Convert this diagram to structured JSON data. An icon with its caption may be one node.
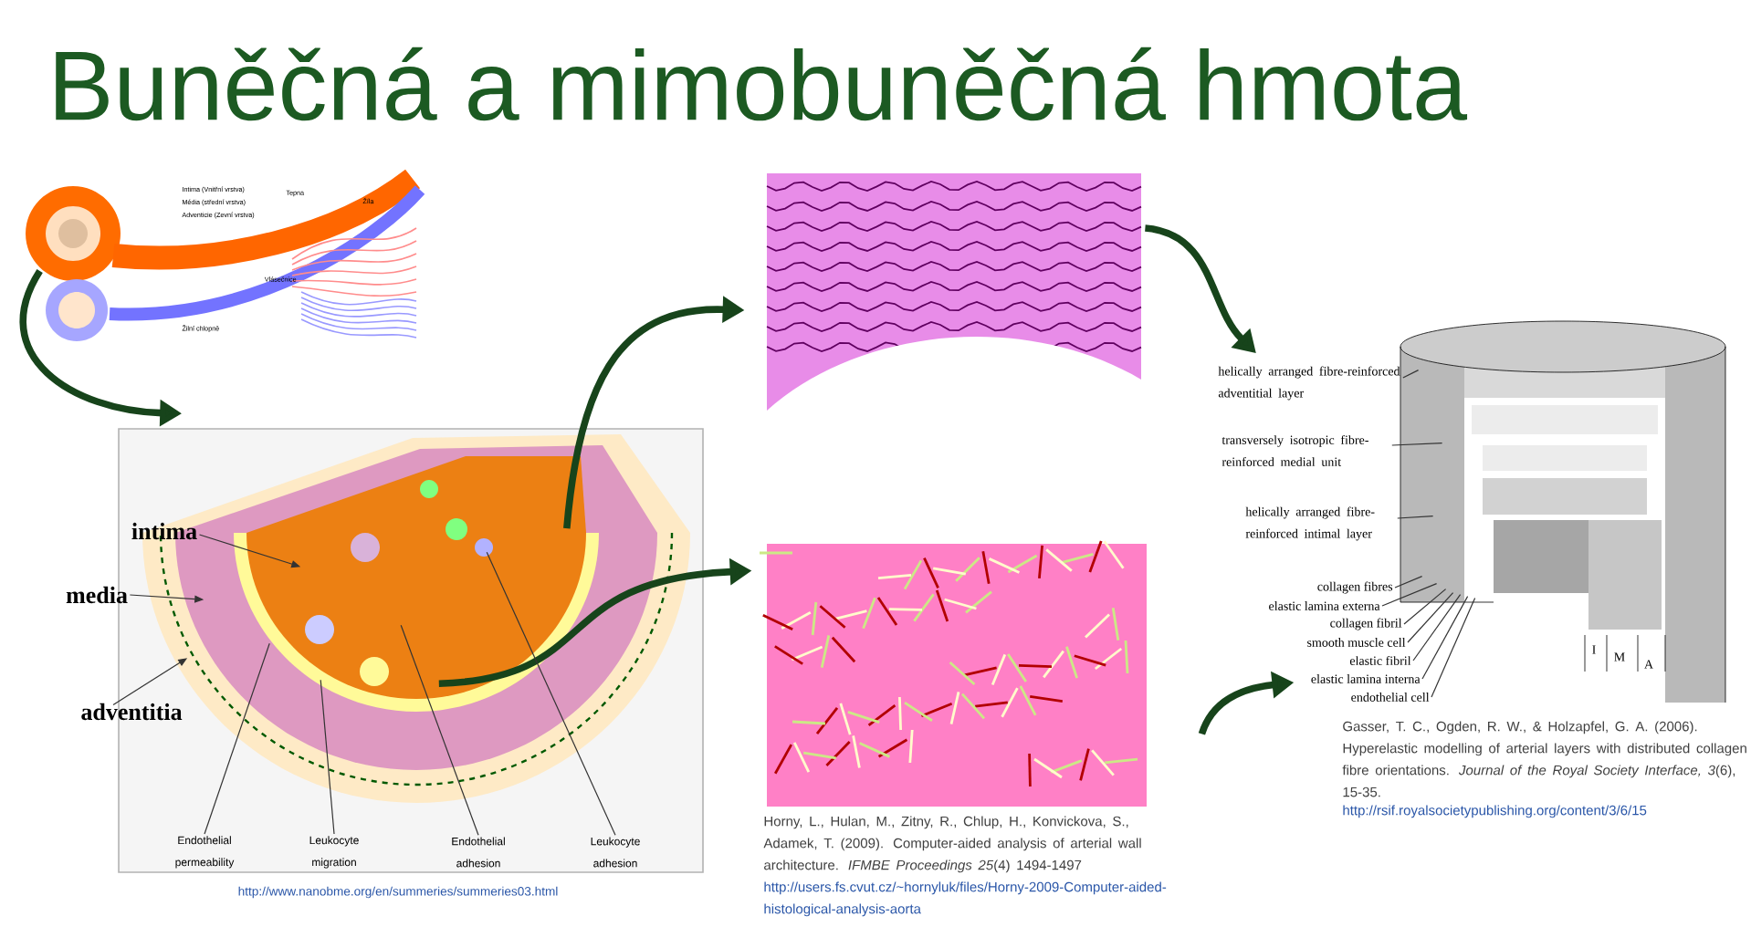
{
  "diagram": {
    "title": "Buněčná a mimobuněčná hmota",
    "nodes": [
      {
        "text": [
          "Intima (Vnitřní vrstva)",
          "Média (střední vrstva)",
          "Adventicie (Zevní vrstva)",
          "Tepna",
          "Žíla",
          "Vlásečnice",
          "Žilní chlopně"
        ]
      },
      {
        "text": [],
        "shape": "picture",
        "beside": [
          "http://www.nanobme.org/en/summeries/summeries03.html"
        ]
      },
      {
        "text": [
          "intima"
        ]
      },
      {
        "text": [
          "media"
        ]
      },
      {
        "text": [
          "adventitia"
        ]
      },
      {
        "text": [
          "Endothelial permeability"
        ]
      },
      {
        "text": [
          "Leukocyte migration"
        ]
      },
      {
        "text": [
          "Endothelial adhesion"
        ]
      },
      {
        "text": [
          "Leukocyte adhesion"
        ]
      },
      {
        "text": [],
        "shape": "picture"
      },
      {
        "text": [],
        "shape": "picture",
        "beside": [
          "Horny, L., Hulan, M., Zitny, R., Chlup, H., Konvickova, S., Adamek, T. (2009). Computer-aided analysis of arterial wall architecture. *IFMBE Proceedings 25*(4) 1494-1497",
          "http://users.fs.cvut.cz/~hornyluk/files/Horny-2009-Computer-aided-histological-analysis-aorta"
        ]
      },
      {
        "text": [],
        "shape": "picture",
        "beside": [
          "Gasser, T. C., Ogden, R. W., & Holzapfel, G. A. (2006). Hyperelastic modelling of arterial layers with distributed collagen fibre orientations. *Journal of the Royal Society Interface, 3*(6), 15-35.",
          "http://rsif.royalsocietypublishing.org/content/3/6/15"
        ]
      },
      {
        "text": [
          "helically arranged fibre-reinforced adventitial layer"
        ]
      },
      {
        "text": [
          "transversely isotropic fibre-reinforced medial unit"
        ]
      },
      {
        "text": [
          "helically arranged fibre-reinforced intimal layer"
        ]
      },
      {
        "text": [
          "collagen fibres"
        ]
      },
      {
        "text": [
          "elastic lamina externa"
        ]
      },
      {
        "text": [
          "collagen fibril"
        ]
      },
      {
        "text": [
          "smooth muscle cell"
        ]
      },
      {
        "text": [
          "elastic fibril"
        ]
      },
      {
        "text": [
          "elastic lamina interna"
        ]
      },
      {
        "text": [
          "endothelial cell"
        ]
      }
    ],
    "edges": [
      {
        "from": 0,
        "to": 1,
        "arrow": "to",
        "style": "thick",
        "color": "#17441b"
      },
      {
        "from": 1,
        "to": 9,
        "arrow": "to",
        "style": "thick",
        "color": "#17441b"
      },
      {
        "from": 1,
        "to": 10,
        "arrow": "to",
        "style": "thick",
        "color": "#17441b"
      },
      {
        "from": 9,
        "to": 12,
        "arrow": "to",
        "style": "thick",
        "color": "#17441b"
      },
      {
        "from": 10,
        "to": 20,
        "arrow": "to",
        "style": "thick",
        "color": "#17441b"
      },
      {
        "from": 2,
        "to": 1,
        "arrow": "to"
      },
      {
        "from": 3,
        "to": 1,
        "arrow": "to"
      },
      {
        "from": 4,
        "to": 1,
        "arrow": "to"
      },
      {
        "from": 5,
        "to": 1,
        "arrow": "none"
      },
      {
        "from": 6,
        "to": 1,
        "arrow": "none"
      },
      {
        "from": 7,
        "to": 1,
        "arrow": "none"
      },
      {
        "from": 8,
        "to": 1,
        "arrow": "none"
      },
      {
        "from": 12,
        "to": 11,
        "arrow": "none"
      },
      {
        "from": 13,
        "to": 11,
        "arrow": "none"
      },
      {
        "from": 14,
        "to": 11,
        "arrow": "none"
      },
      {
        "from": 15,
        "to": 11,
        "arrow": "none"
      },
      {
        "from": 16,
        "to": 11,
        "arrow": "none"
      },
      {
        "from": 17,
        "to": 11,
        "arrow": "none"
      },
      {
        "from": 18,
        "to": 11,
        "arrow": "none"
      },
      {
        "from": 19,
        "to": 11,
        "arrow": "none"
      },
      {
        "from": 20,
        "to": 11,
        "arrow": "none"
      },
      {
        "from": 21,
        "to": 11,
        "arrow": "none"
      }
    ],
    "labels": [
      "I",
      "M",
      "A"
    ]
  }
}
